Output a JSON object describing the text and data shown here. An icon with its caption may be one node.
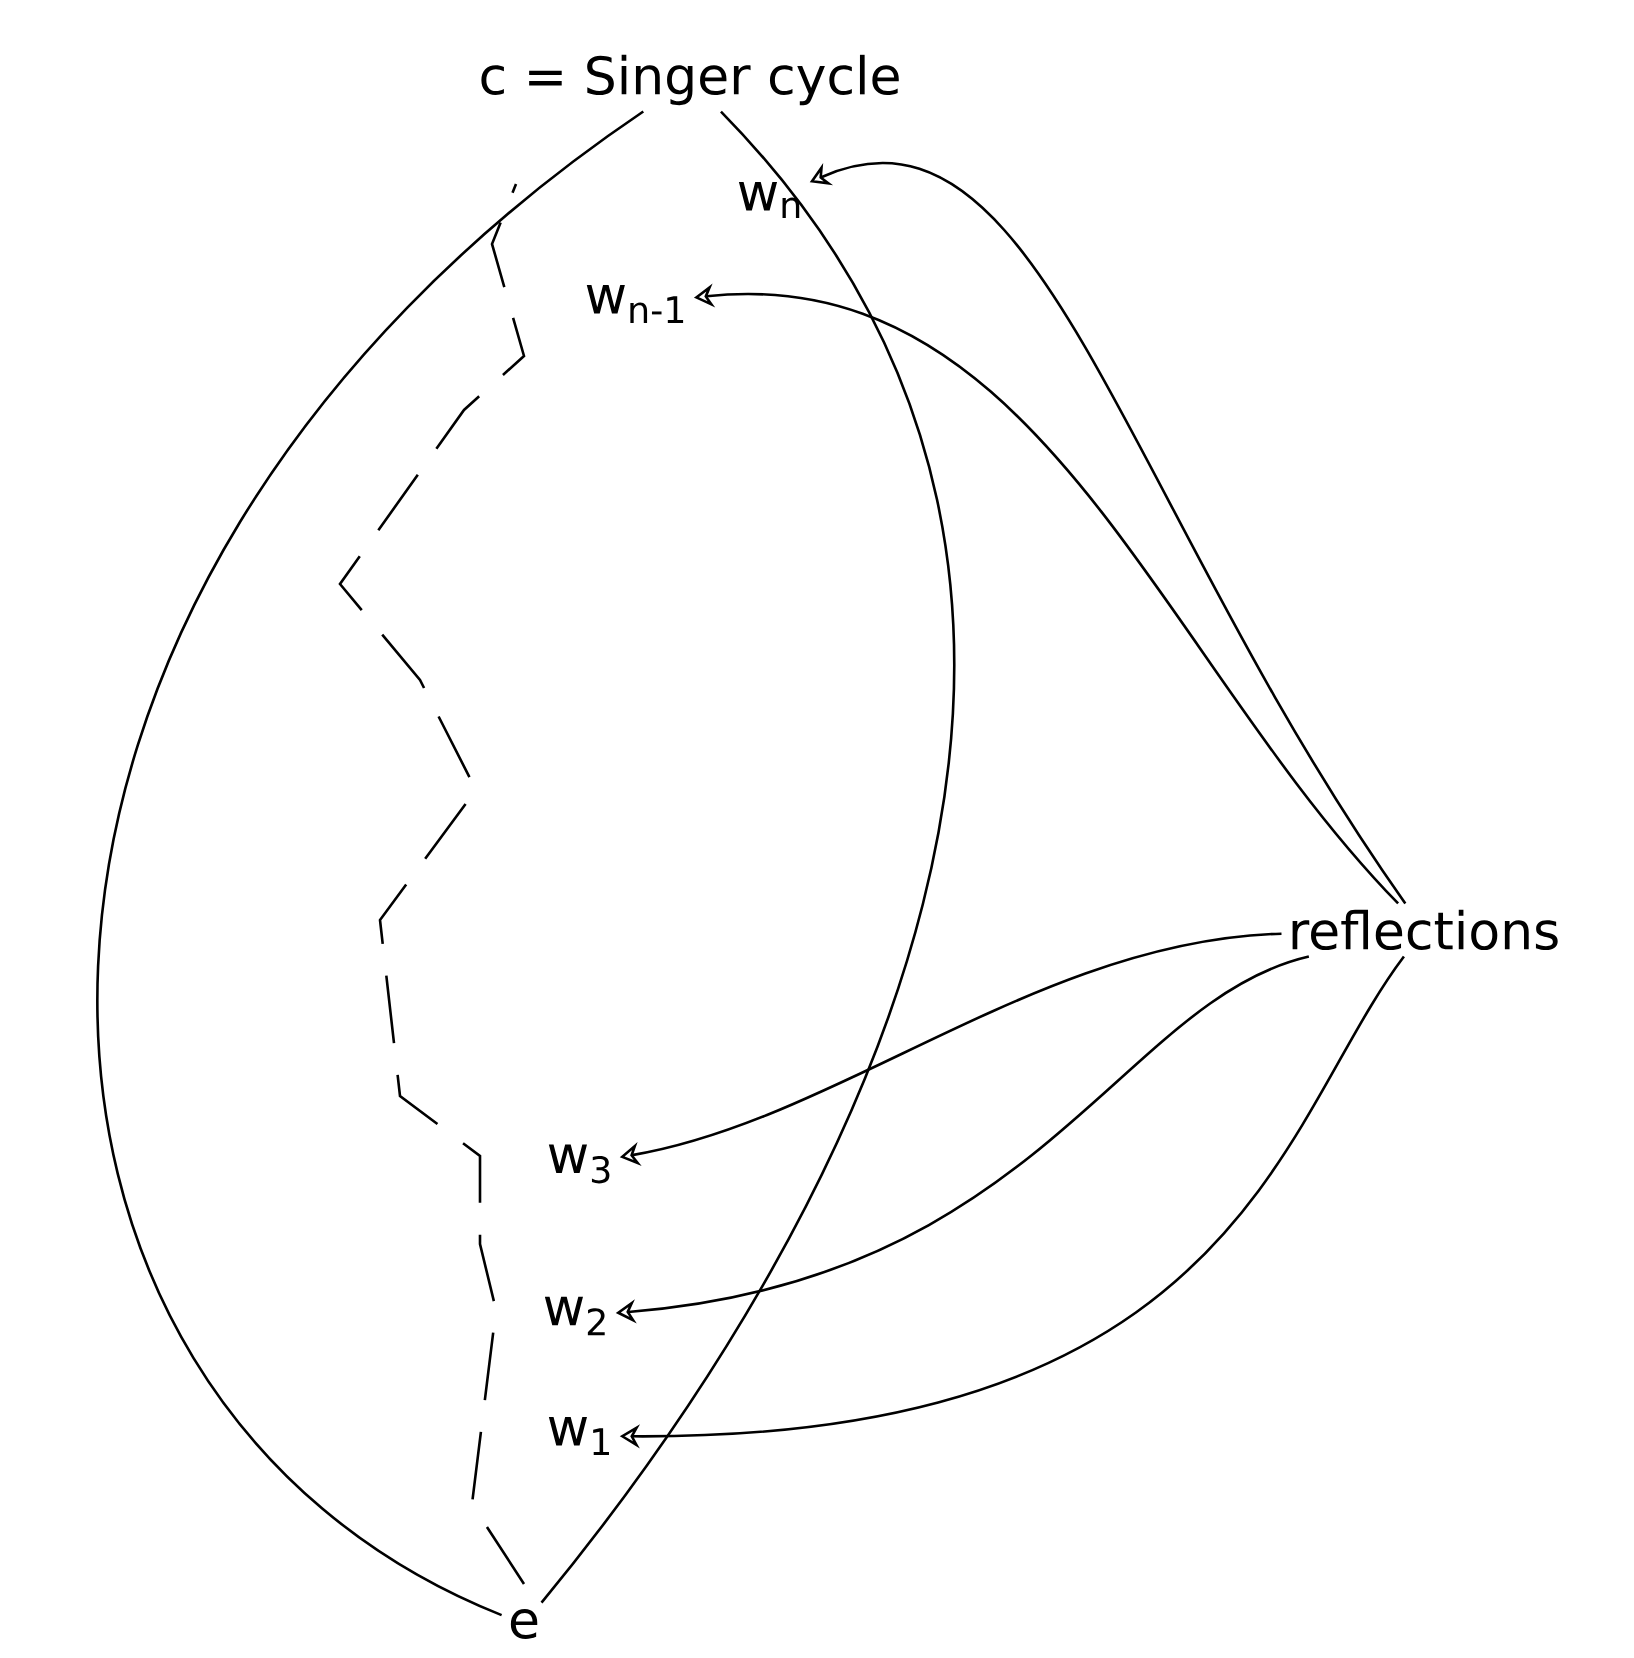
{
  "diagram": {
    "nodes": [
      {
        "text": [
          "c = Singer cycle"
        ]
      },
      {
        "text": [
          "e"
        ]
      },
      {
        "text": [
          "w$_{n}$"
        ]
      },
      {
        "text": [
          "w$_{n-1}$"
        ]
      },
      {
        "text": [
          "w$_{3}$"
        ]
      },
      {
        "text": [
          "w$_{2}$"
        ]
      },
      {
        "text": [
          "w$_{1}$"
        ]
      },
      {
        "text": [
          "reflections"
        ]
      }
    ],
    "edges": [
      {
        "from": 0,
        "to": 1,
        "arrow": "none"
      },
      {
        "from": 0,
        "to": 1,
        "arrow": "none"
      },
      {
        "from": 7,
        "to": 2,
        "arrow": "to"
      },
      {
        "from": 7,
        "to": 3,
        "arrow": "to"
      },
      {
        "from": 7,
        "to": 4,
        "arrow": "to"
      },
      {
        "from": 7,
        "to": 5,
        "arrow": "to"
      },
      {
        "from": 7,
        "to": 6,
        "arrow": "to"
      }
    ]
  }
}
